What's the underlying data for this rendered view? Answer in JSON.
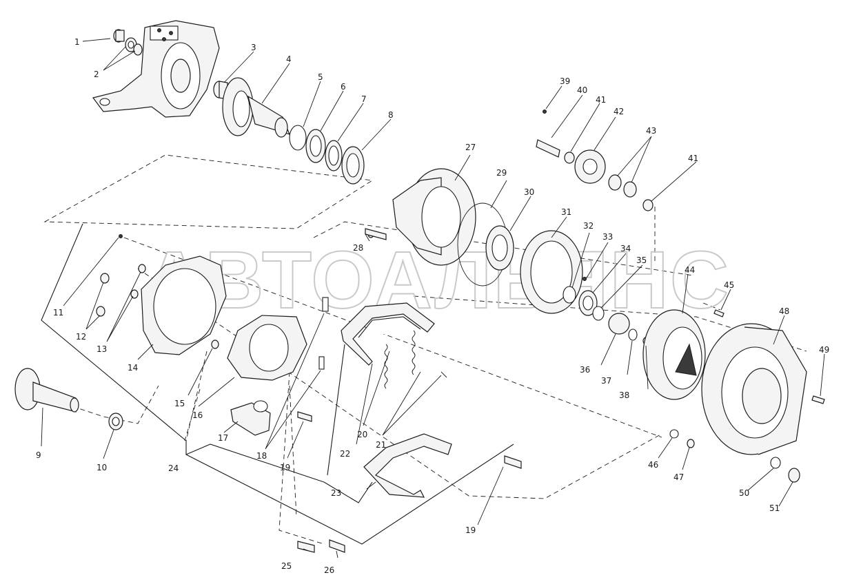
{
  "watermark": "АВТОАЛЬЯНС",
  "callouts": [
    "1",
    "2",
    "3",
    "4",
    "5",
    "6",
    "7",
    "8",
    "9",
    "10",
    "11",
    "12",
    "13",
    "14",
    "15",
    "16",
    "17",
    "18",
    "19",
    "19",
    "20",
    "21",
    "22",
    "23",
    "24",
    "25",
    "26",
    "27",
    "28",
    "29",
    "30",
    "31",
    "32",
    "33",
    "34",
    "35",
    "36",
    "37",
    "38",
    "39",
    "40",
    "41",
    "41",
    "42",
    "43",
    "44",
    "45",
    "46",
    "47",
    "48",
    "49",
    "50",
    "51"
  ],
  "colors": {
    "line": "#1a1a1a",
    "fill": "#f4f4f4",
    "watermark": "#c9c9c9"
  }
}
